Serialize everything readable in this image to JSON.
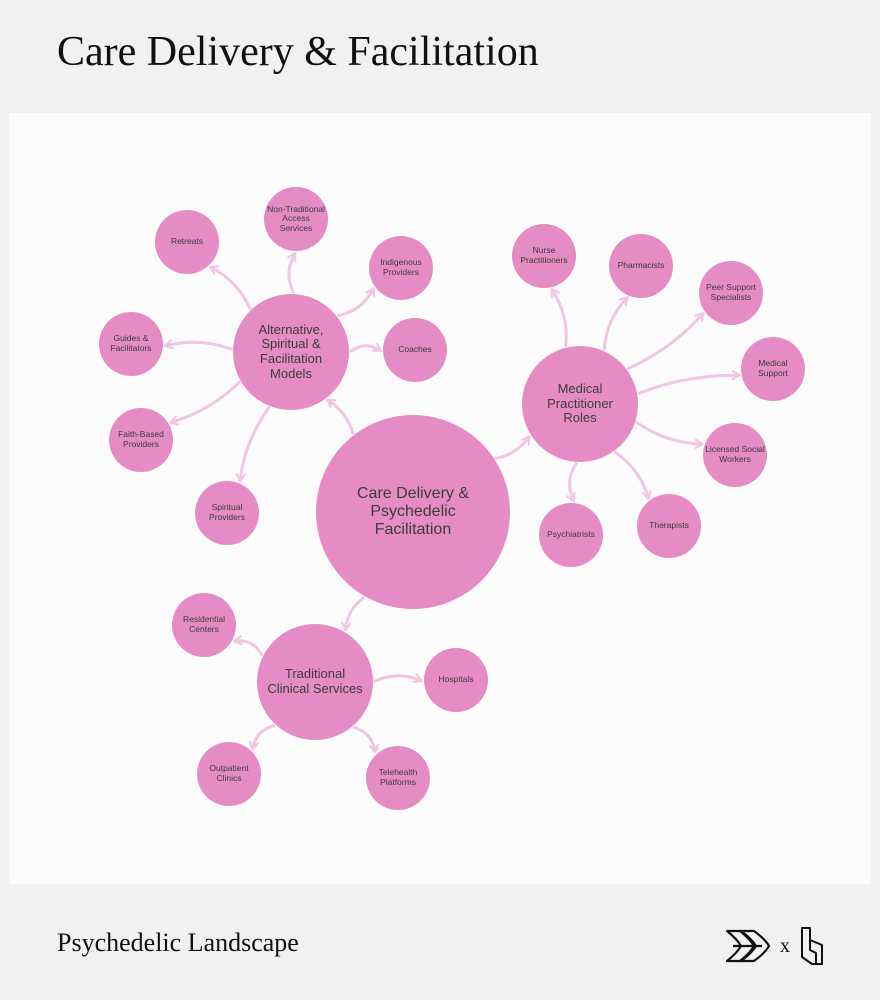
{
  "title": "Care Delivery & Facilitation",
  "footer": {
    "brand": "Psychedelic Landscape",
    "separator": "x"
  },
  "icons": {
    "left_logo": "leaf-chevron-logo-icon",
    "right_logo": "block-letter-logo-icon"
  },
  "colors": {
    "node": "#e68cc5",
    "edge": "#f0c6e2",
    "text": "#3c3c3c",
    "panel": "#fcfcfc",
    "background": "#f1f1f1"
  },
  "diagram": {
    "root": {
      "id": "root",
      "label": "Care Delivery & Psychedelic Facilitation"
    },
    "hubs": [
      {
        "id": "alt",
        "label": "Alternative, Spiritual & Facilitation Models",
        "children": [
          {
            "id": "retreats",
            "label": "Retreats"
          },
          {
            "id": "nontrad",
            "label": "Non-Traditional Access Services"
          },
          {
            "id": "indig",
            "label": "Indigenous Providers"
          },
          {
            "id": "coaches",
            "label": "Coaches"
          },
          {
            "id": "guides",
            "label": "Guides & Facilitators"
          },
          {
            "id": "faith",
            "label": "Faith-Based Providers"
          },
          {
            "id": "spirit",
            "label": "Spiritual Providers"
          }
        ]
      },
      {
        "id": "med",
        "label": "Medical Practitioner Roles",
        "children": [
          {
            "id": "nurse",
            "label": "Nurse Practitioners"
          },
          {
            "id": "pharm",
            "label": "Pharmacists"
          },
          {
            "id": "peer",
            "label": "Peer Support Specialists"
          },
          {
            "id": "medsup",
            "label": "Medical Support"
          },
          {
            "id": "social",
            "label": "Licensed Social Workers"
          },
          {
            "id": "therap",
            "label": "Therapists"
          },
          {
            "id": "psych",
            "label": "Psychiatrists"
          }
        ]
      },
      {
        "id": "clin",
        "label": "Traditional Clinical Services",
        "children": [
          {
            "id": "resid",
            "label": "Residential Centers"
          },
          {
            "id": "hosp",
            "label": "Hospitals"
          },
          {
            "id": "outpat",
            "label": "Outpatient Clinics"
          },
          {
            "id": "tele",
            "label": "Telehealth Platforms"
          }
        ]
      }
    ]
  }
}
